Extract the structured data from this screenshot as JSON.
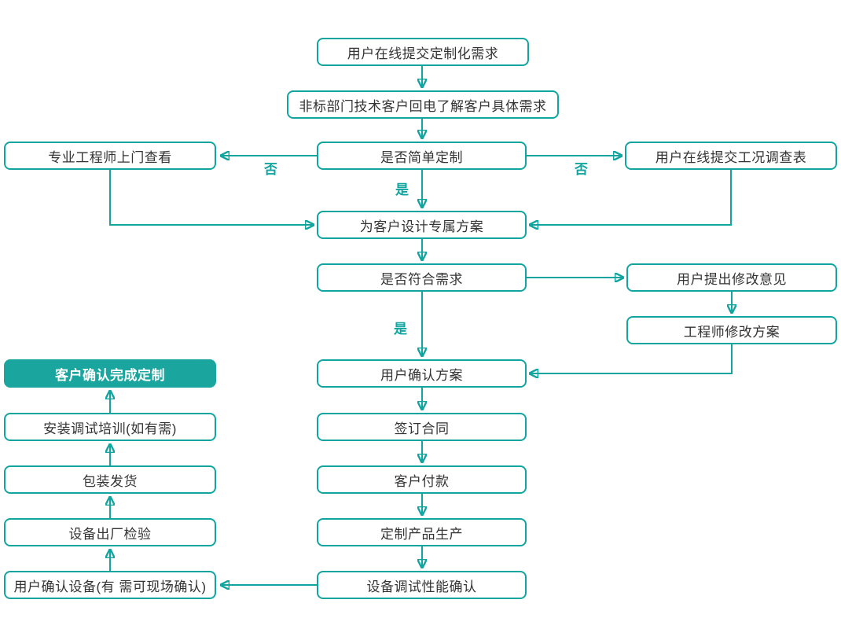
{
  "diagram": {
    "type": "flowchart",
    "language": "zh-CN",
    "colors": {
      "accent_teal": "#12a5a0",
      "final_node_fill": "#1aa69f",
      "node_background": "#ffffff",
      "node_text": "#333333",
      "final_node_text": "#ffffff",
      "background": "#ffffff"
    },
    "nodes": [
      {
        "id": "submit-request",
        "label": "用户在线提交定制化需求"
      },
      {
        "id": "callback",
        "label": "非标部门技术客户回电了解客户具体需求"
      },
      {
        "id": "engineer-visit",
        "label": "专业工程师上门查看"
      },
      {
        "id": "simple-decision",
        "label": "是否简单定制"
      },
      {
        "id": "survey-form",
        "label": "用户在线提交工况调查表"
      },
      {
        "id": "design-plan",
        "label": "为客户设计专属方案"
      },
      {
        "id": "meet-decision",
        "label": "是否符合需求"
      },
      {
        "id": "user-feedback",
        "label": "用户提出修改意见"
      },
      {
        "id": "engineer-revise",
        "label": "工程师修改方案"
      },
      {
        "id": "confirm-plan",
        "label": "用户确认方案"
      },
      {
        "id": "sign-contract",
        "label": "签订合同"
      },
      {
        "id": "payment",
        "label": "客户付款"
      },
      {
        "id": "production",
        "label": "定制产品生产"
      },
      {
        "id": "device-debug",
        "label": "设备调试性能确认"
      },
      {
        "id": "confirm-device",
        "label": "用户确认设备(有 需可现场确认)"
      },
      {
        "id": "factory-check",
        "label": "设备出厂检验"
      },
      {
        "id": "packing-ship",
        "label": "包装发货"
      },
      {
        "id": "install-train",
        "label": "安装调试培训(如有需)"
      },
      {
        "id": "complete",
        "label": "客户确认完成定制"
      }
    ],
    "edges": [
      {
        "from": "submit-request",
        "to": "callback"
      },
      {
        "from": "callback",
        "to": "simple-decision"
      },
      {
        "from": "simple-decision",
        "to": "engineer-visit",
        "label": "否"
      },
      {
        "from": "simple-decision",
        "to": "survey-form",
        "label": "否"
      },
      {
        "from": "simple-decision",
        "to": "design-plan",
        "label": "是"
      },
      {
        "from": "engineer-visit",
        "to": "design-plan"
      },
      {
        "from": "survey-form",
        "to": "design-plan"
      },
      {
        "from": "design-plan",
        "to": "meet-decision"
      },
      {
        "from": "meet-decision",
        "to": "user-feedback"
      },
      {
        "from": "user-feedback",
        "to": "engineer-revise"
      },
      {
        "from": "engineer-revise",
        "to": "confirm-plan"
      },
      {
        "from": "meet-decision",
        "to": "confirm-plan",
        "label": "是"
      },
      {
        "from": "confirm-plan",
        "to": "sign-contract"
      },
      {
        "from": "sign-contract",
        "to": "payment"
      },
      {
        "from": "payment",
        "to": "production"
      },
      {
        "from": "production",
        "to": "device-debug"
      },
      {
        "from": "device-debug",
        "to": "confirm-device"
      },
      {
        "from": "confirm-device",
        "to": "factory-check"
      },
      {
        "from": "factory-check",
        "to": "packing-ship"
      },
      {
        "from": "packing-ship",
        "to": "install-train"
      },
      {
        "from": "install-train",
        "to": "complete"
      }
    ]
  }
}
